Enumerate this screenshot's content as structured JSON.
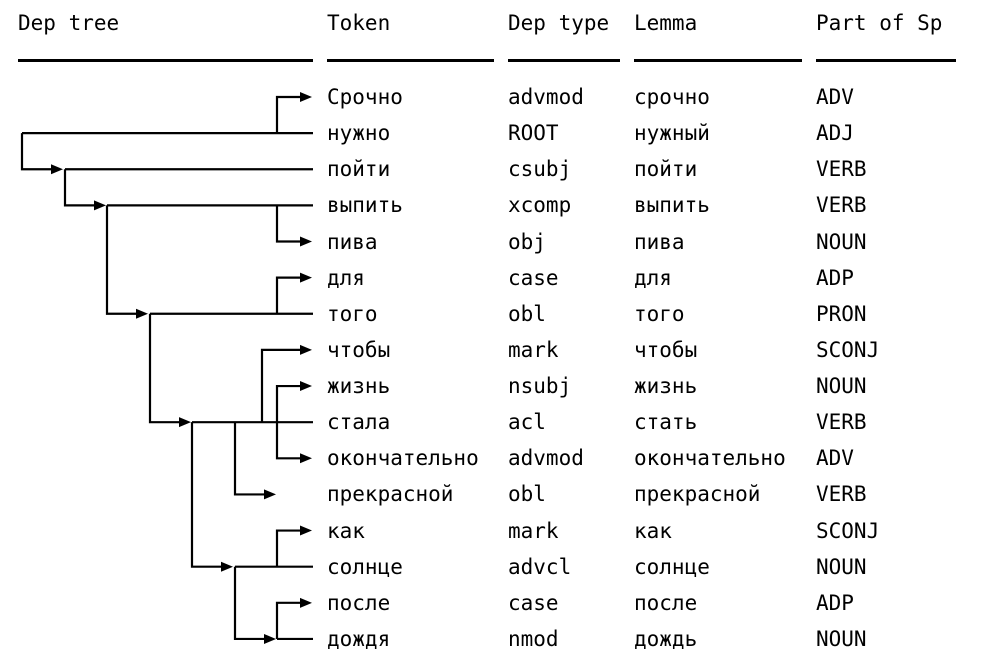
{
  "header": {
    "tree": "Dep tree",
    "token": "Token",
    "dep": "Dep type",
    "lemma": "Lemma",
    "pos": "Part of Sp"
  },
  "rows": [
    {
      "token": "Срочно",
      "dep": "advmod",
      "lemma": "срочно",
      "pos": "ADV"
    },
    {
      "token": "нужно",
      "dep": "ROOT",
      "lemma": "нужный",
      "pos": "ADJ"
    },
    {
      "token": "пойти",
      "dep": "csubj",
      "lemma": "пойти",
      "pos": "VERB"
    },
    {
      "token": "выпить",
      "dep": "xcomp",
      "lemma": "выпить",
      "pos": "VERB"
    },
    {
      "token": "пива",
      "dep": "obj",
      "lemma": "пива",
      "pos": "NOUN"
    },
    {
      "token": "для",
      "dep": "case",
      "lemma": "для",
      "pos": "ADP"
    },
    {
      "token": "того",
      "dep": "obl",
      "lemma": "того",
      "pos": "PRON"
    },
    {
      "token": "чтобы",
      "dep": "mark",
      "lemma": "чтобы",
      "pos": "SCONJ"
    },
    {
      "token": "жизнь",
      "dep": "nsubj",
      "lemma": "жизнь",
      "pos": "NOUN"
    },
    {
      "token": "стала",
      "dep": "acl",
      "lemma": "стать",
      "pos": "VERB"
    },
    {
      "token": "окончательно",
      "dep": "advmod",
      "lemma": "окончательно",
      "pos": "ADV"
    },
    {
      "token": "прекрасной",
      "dep": "obl",
      "lemma": "прекрасной",
      "pos": "VERB"
    },
    {
      "token": "как",
      "dep": "mark",
      "lemma": "как",
      "pos": "SCONJ"
    },
    {
      "token": "солнце",
      "dep": "advcl",
      "lemma": "солнце",
      "pos": "NOUN"
    },
    {
      "token": "после",
      "dep": "case",
      "lemma": "после",
      "pos": "ADP"
    },
    {
      "token": "дождя",
      "dep": "nmod",
      "lemma": "дождь",
      "pos": "NOUN"
    }
  ],
  "arcs": [
    {
      "from": 1,
      "to": 0
    },
    {
      "from": 1,
      "to": 2
    },
    {
      "from": 2,
      "to": 3
    },
    {
      "from": 3,
      "to": 4
    },
    {
      "from": 3,
      "to": 6
    },
    {
      "from": 6,
      "to": 5
    },
    {
      "from": 6,
      "to": 9
    },
    {
      "from": 9,
      "to": 7
    },
    {
      "from": 9,
      "to": 8
    },
    {
      "from": 9,
      "to": 13
    },
    {
      "from": 9,
      "to": 10
    },
    {
      "from": 9,
      "to": 11
    },
    {
      "from": 13,
      "to": 12
    },
    {
      "from": 13,
      "to": 15
    },
    {
      "from": 15,
      "to": 14
    }
  ]
}
